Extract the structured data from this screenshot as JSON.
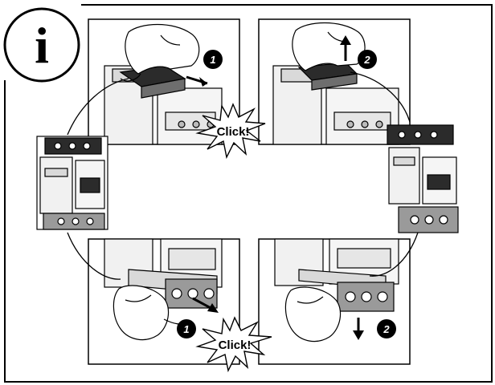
{
  "info_badge": {
    "symbol": "i",
    "icon": "information-icon"
  },
  "panels": [
    {
      "id": "top-left",
      "step": "1",
      "action": "slide-right",
      "callout": "Click!"
    },
    {
      "id": "top-right",
      "step": "2",
      "action": "lift-up",
      "callout": ""
    },
    {
      "id": "bottom-left",
      "step": "1",
      "action": "slide-right",
      "callout": "Click!"
    },
    {
      "id": "bottom-right",
      "step": "2",
      "action": "pull-down",
      "callout": ""
    }
  ],
  "callouts": {
    "top": "Click!",
    "bottom": "Click!"
  },
  "colors": {
    "line": "#000000",
    "bg": "#ffffff",
    "device_dark": "#2b2b2b",
    "device_mid": "#9a9a9a",
    "device_light": "#d9d9d9"
  }
}
